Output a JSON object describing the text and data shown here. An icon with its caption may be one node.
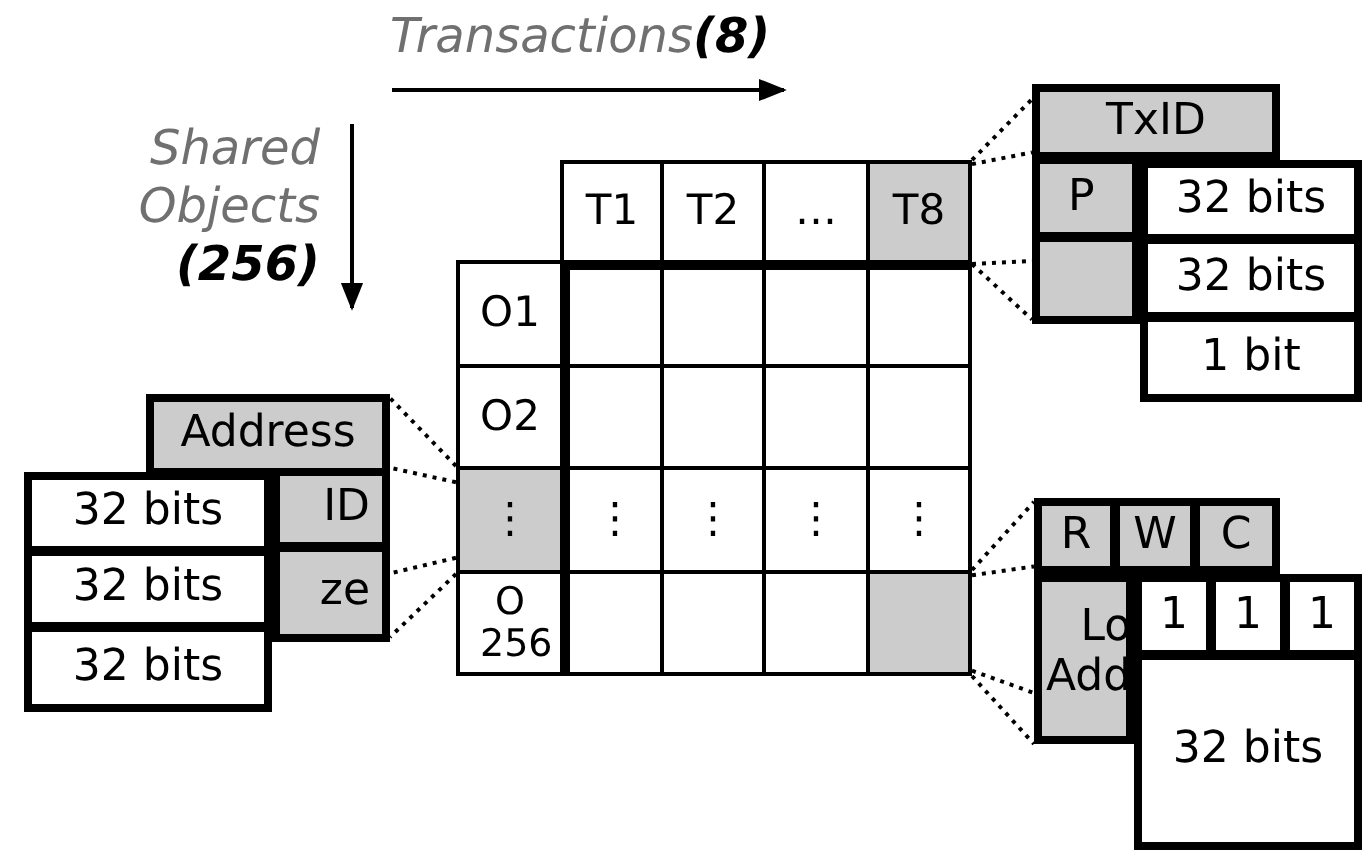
{
  "diagram": {
    "nodes": [
      {
        "text": [
          "T1"
        ]
      },
      {
        "text": [
          "T2"
        ]
      },
      {
        "text": [
          "…"
        ]
      },
      {
        "text": [
          "T8"
        ]
      },
      {
        "text": [
          "O1"
        ]
      },
      {
        "text": [
          "O2"
        ]
      },
      {
        "text": [
          "⋮"
        ]
      },
      {
        "text": [
          "O 256"
        ]
      },
      {
        "text": [
          "⋮"
        ]
      },
      {
        "text": [
          "⋮"
        ]
      },
      {
        "text": [
          "⋮"
        ]
      },
      {
        "text": [
          "⋮"
        ]
      },
      {
        "text": [],
        "shape": "box"
      },
      {
        "text": [
          "Address"
        ]
      },
      {
        "text": [
          "ID"
        ]
      },
      {
        "text": [
          "ze"
        ]
      },
      {
        "text": [
          "32 bits"
        ]
      },
      {
        "text": [
          "32 bits"
        ]
      },
      {
        "text": [
          "32 bits"
        ]
      },
      {
        "text": [
          "TxID"
        ]
      },
      {
        "text": [
          "P"
        ]
      },
      {
        "text": [],
        "shape": "box"
      },
      {
        "text": [
          "32 bits"
        ]
      },
      {
        "text": [
          "32 bits"
        ]
      },
      {
        "text": [
          "1 bit"
        ]
      },
      {
        "text": [
          "R"
        ]
      },
      {
        "text": [
          "W"
        ]
      },
      {
        "text": [
          "C"
        ]
      },
      {
        "text": [
          "Lo Add"
        ]
      },
      {
        "text": [
          "1"
        ]
      },
      {
        "text": [
          "1"
        ]
      },
      {
        "text": [
          "1"
        ]
      },
      {
        "text": [
          "32 bits"
        ]
      }
    ],
    "edges": [
      {
        "from": 3,
        "to": 19,
        "arrow": "none",
        "style": "dashed"
      },
      {
        "from": 3,
        "to": 19,
        "arrow": "none",
        "style": "dashed"
      },
      {
        "from": 3,
        "to": 21,
        "arrow": "none",
        "style": "dashed"
      },
      {
        "from": 3,
        "to": 21,
        "arrow": "none",
        "style": "dashed"
      },
      {
        "from": 6,
        "to": 13,
        "arrow": "none",
        "style": "dashed"
      },
      {
        "from": 6,
        "to": 13,
        "arrow": "none",
        "style": "dashed"
      },
      {
        "from": 6,
        "to": 15,
        "arrow": "none",
        "style": "dashed"
      },
      {
        "from": 6,
        "to": 15,
        "arrow": "none",
        "style": "dashed"
      },
      {
        "from": 12,
        "to": 25,
        "arrow": "none",
        "style": "dashed"
      },
      {
        "from": 12,
        "to": 25,
        "arrow": "none",
        "style": "dashed"
      },
      {
        "from": 12,
        "to": 28,
        "arrow": "none",
        "style": "dashed"
      },
      {
        "from": 12,
        "to": 28,
        "arrow": "none",
        "style": "dashed"
      }
    ],
    "labels": [
      "Transactions**(8)**",
      "Shared Objects **(256)**"
    ]
  }
}
